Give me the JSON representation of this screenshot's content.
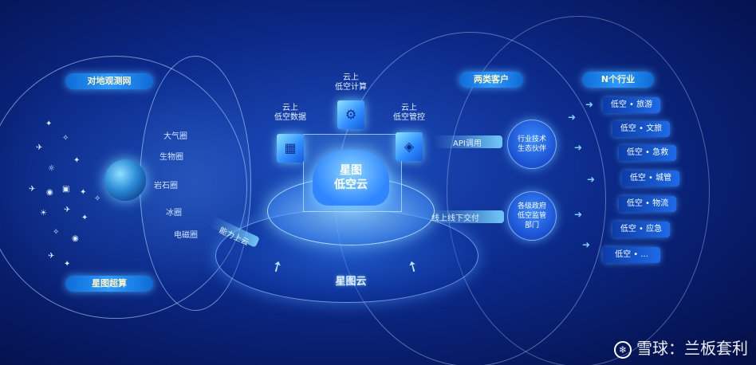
{
  "left_section": {
    "top_label": "对地观测网",
    "bottom_label": "星图超算",
    "spheres": [
      "大气圈",
      "生物圈",
      "岩石圈",
      "冰圈",
      "电磁圈"
    ]
  },
  "center": {
    "cubes": [
      {
        "label": "云上\n低空数据"
      },
      {
        "label": "云上\n低空计算"
      },
      {
        "label": "云上\n低空管控"
      }
    ],
    "core_label": "星图\n低空云",
    "platform_label": "星图云",
    "upload_label": "能力上云",
    "api_label": "API调用",
    "delivery_label": "线上线下交付"
  },
  "customers": {
    "title": "两类客户",
    "nodes": [
      "行业技术\n生态伙伴",
      "各级政府\n低空监管\n部门"
    ]
  },
  "industries": {
    "title": "N个行业",
    "items": [
      "低空 • 旅游",
      "低空 • 文旅",
      "低空 • 急救",
      "低空 • 城管",
      "低空 • 物流",
      "低空 • 应急",
      "低空 • ..."
    ]
  },
  "watermark": {
    "icon": "snowball-logo",
    "text": "雪球：兰板套利"
  },
  "colors": {
    "background": "#0c2a8a",
    "accent": "#2a9bff",
    "label_text": "#fff6c8"
  }
}
